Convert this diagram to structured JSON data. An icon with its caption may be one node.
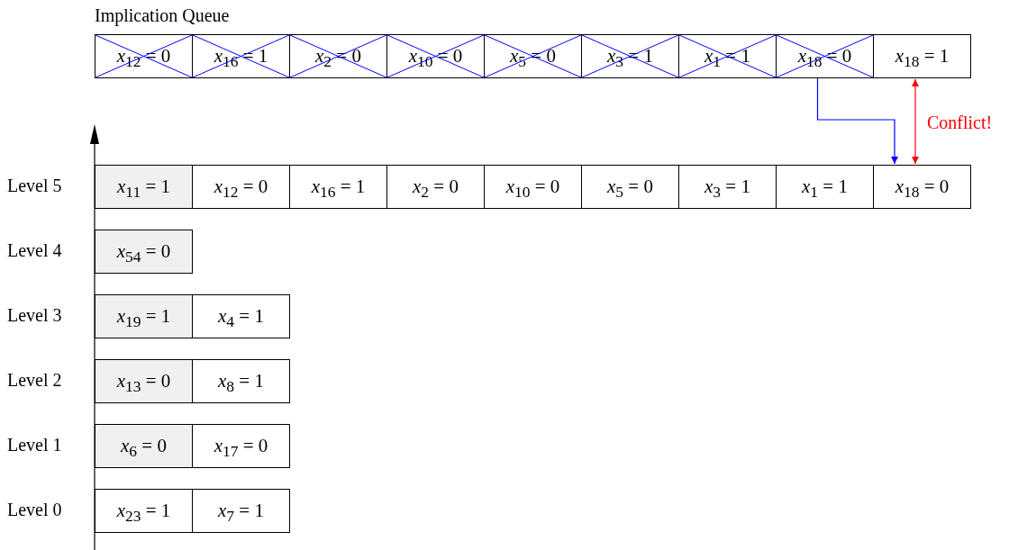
{
  "diagram": {
    "nodes": [
      {
        "text": [
          "*x*$_{12}$ = 0"
        ]
      },
      {
        "text": [
          "*x*$_{16}$ = 1"
        ]
      },
      {
        "text": [
          "*x*$_{2}$ = 0"
        ]
      },
      {
        "text": [
          "*x*$_{10}$ = 0"
        ]
      },
      {
        "text": [
          "*x*$_{5}$ = 0"
        ]
      },
      {
        "text": [
          "*x*$_{3}$ = 1"
        ]
      },
      {
        "text": [
          "*x*$_{1}$ = 1"
        ]
      },
      {
        "text": [
          "*x*$_{18}$ = 0"
        ]
      },
      {
        "text": [
          "*x*$_{18}$ = 1"
        ]
      },
      {
        "text": [
          "*x*$_{11}$ = 1"
        ]
      },
      {
        "text": [
          "*x*$_{12}$ = 0"
        ]
      },
      {
        "text": [
          "*x*$_{16}$ = 1"
        ]
      },
      {
        "text": [
          "*x*$_{2}$ = 0"
        ]
      },
      {
        "text": [
          "*x*$_{10}$ = 0"
        ]
      },
      {
        "text": [
          "*x*$_{5}$ = 0"
        ]
      },
      {
        "text": [
          "*x*$_{3}$ = 1"
        ]
      },
      {
        "text": [
          "*x*$_{1}$ = 1"
        ]
      },
      {
        "text": [
          "*x*$_{18}$ = 0"
        ]
      },
      {
        "text": [
          "*x*$_{54}$ = 0"
        ]
      },
      {
        "text": [
          "*x*$_{19}$ = 1"
        ]
      },
      {
        "text": [
          "*x*$_{4}$ = 1"
        ]
      },
      {
        "text": [
          "*x*$_{13}$ = 0"
        ]
      },
      {
        "text": [
          "*x*$_{8}$ = 1"
        ]
      },
      {
        "text": [
          "*x*$_{6}$ = 0"
        ]
      },
      {
        "text": [
          "*x*$_{17}$ = 0"
        ]
      },
      {
        "text": [
          "*x*$_{23}$ = 1"
        ]
      },
      {
        "text": [
          "*x*$_{7}$ = 1"
        ]
      }
    ],
    "edges": [
      {
        "from": 7,
        "to": 17,
        "arrow": "to",
        "color": "#0000ff"
      },
      {
        "from": 8,
        "to": 17,
        "arrow": "both",
        "color": "#ff0000",
        "label": "Conflict!"
      }
    ],
    "labels": [
      "Implication Queue",
      "Level 5",
      "Level 4",
      "Level 3",
      "Level 2",
      "Level 1",
      "Level 0"
    ]
  }
}
